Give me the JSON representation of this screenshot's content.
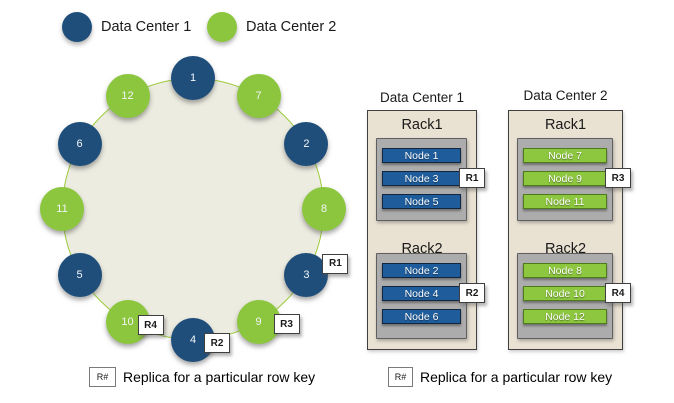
{
  "top_legend": {
    "items": [
      {
        "label": "Data Center 1",
        "dc": 1
      },
      {
        "label": "Data Center 2",
        "dc": 2
      }
    ]
  },
  "colors": {
    "dc1_blue": "#1F4E7B",
    "dc2_green": "#8CC63E",
    "ring_fill": "#EDECE1",
    "ring_stroke": "#9BCB3A",
    "panel_bg": "#E9E1D2",
    "rack_inner_gray": "#ACACAC",
    "node_bar_blue": "#1E5C9B",
    "node_bar_green": "#8DC63F"
  },
  "ring": {
    "nodes_clockwise_from_top": [
      {
        "id": "1",
        "dc": 1
      },
      {
        "id": "7",
        "dc": 2
      },
      {
        "id": "2",
        "dc": 1
      },
      {
        "id": "8",
        "dc": 2
      },
      {
        "id": "3",
        "dc": 1,
        "replica": "R1"
      },
      {
        "id": "9",
        "dc": 2,
        "replica": "R3"
      },
      {
        "id": "4",
        "dc": 1,
        "replica": "R2"
      },
      {
        "id": "10",
        "dc": 2,
        "replica": "R4"
      },
      {
        "id": "5",
        "dc": 1
      },
      {
        "id": "11",
        "dc": 2
      },
      {
        "id": "6",
        "dc": 1
      },
      {
        "id": "12",
        "dc": 2
      }
    ]
  },
  "data_centers": [
    {
      "title": "Data Center 1",
      "dc": 1,
      "racks": [
        {
          "name": "Rack1",
          "nodes": [
            "Node 1",
            "Node 3",
            "Node 5"
          ],
          "replica": {
            "label": "R1",
            "row": 1
          }
        },
        {
          "name": "Rack2",
          "nodes": [
            "Node 2",
            "Node 4",
            "Node 6"
          ],
          "replica": {
            "label": "R2",
            "row": 1
          }
        }
      ]
    },
    {
      "title": "Data Center 2",
      "dc": 2,
      "racks": [
        {
          "name": "Rack1",
          "nodes": [
            "Node 7",
            "Node 9",
            "Node 11"
          ],
          "replica": {
            "label": "R3",
            "row": 1
          }
        },
        {
          "name": "Rack2",
          "nodes": [
            "Node 8",
            "Node 10",
            "Node 12"
          ],
          "replica": {
            "label": "R4",
            "row": 1
          }
        }
      ]
    }
  ],
  "footers": [
    {
      "box": "R#",
      "caption": "Replica for a particular row key"
    },
    {
      "box": "R#",
      "caption": "Replica for a particular row key"
    }
  ]
}
